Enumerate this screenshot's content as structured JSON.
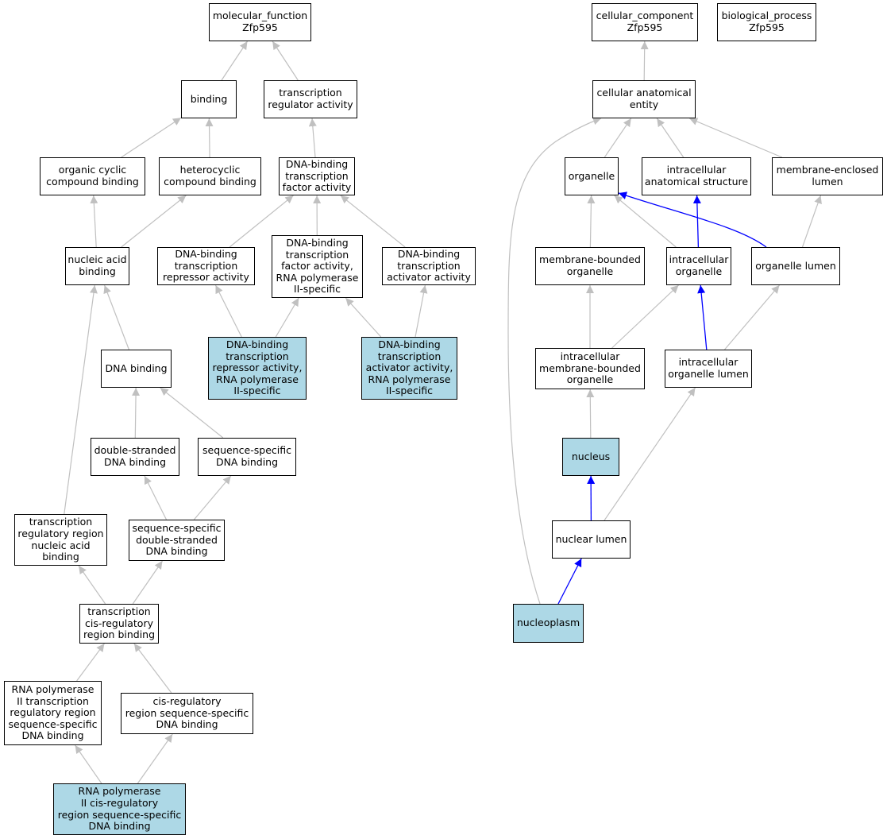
{
  "colors": {
    "node_fill": "#ffffff",
    "highlight_fill": "#add8e6",
    "node_border": "#000000",
    "edge_gray": "#c0c0c0",
    "edge_blue": "#0000ff"
  },
  "nodes": [
    {
      "id": "molecular_function",
      "label": "molecular_function\nZfp595",
      "highlight": false
    },
    {
      "id": "binding",
      "label": "binding",
      "highlight": false
    },
    {
      "id": "transcription_regulator_activity",
      "label": "transcription\nregulator activity",
      "highlight": false
    },
    {
      "id": "organic_cyclic_compound_binding",
      "label": "organic cyclic\ncompound binding",
      "highlight": false
    },
    {
      "id": "heterocyclic_compound_binding",
      "label": "heterocyclic\ncompound binding",
      "highlight": false
    },
    {
      "id": "dna_binding_tf_activity",
      "label": "DNA-binding\ntranscription\nfactor activity",
      "highlight": false
    },
    {
      "id": "nucleic_acid_binding",
      "label": "nucleic acid\nbinding",
      "highlight": false
    },
    {
      "id": "dna_binding_repressor_activity",
      "label": "DNA-binding\ntranscription\nrepressor activity",
      "highlight": false
    },
    {
      "id": "dna_binding_tf_activity_rnap2",
      "label": "DNA-binding\ntranscription\nfactor activity,\nRNA polymerase\nII-specific",
      "highlight": false
    },
    {
      "id": "dna_binding_activator_activity",
      "label": "DNA-binding\ntranscription\nactivator activity",
      "highlight": false
    },
    {
      "id": "dna_binding_repressor_rnap2",
      "label": "DNA-binding\ntranscription\nrepressor activity,\nRNA polymerase\nII-specific",
      "highlight": true
    },
    {
      "id": "dna_binding_activator_rnap2",
      "label": "DNA-binding\ntranscription\nactivator activity,\nRNA polymerase\nII-specific",
      "highlight": true
    },
    {
      "id": "dna_binding",
      "label": "DNA binding",
      "highlight": false
    },
    {
      "id": "double_stranded_dna_binding",
      "label": "double-stranded\nDNA binding",
      "highlight": false
    },
    {
      "id": "sequence_specific_dna_binding",
      "label": "sequence-specific\nDNA binding",
      "highlight": false
    },
    {
      "id": "transcription_regulatory_region_binding",
      "label": "transcription\nregulatory region\nnucleic acid\nbinding",
      "highlight": false
    },
    {
      "id": "seq_specific_ds_dna_binding",
      "label": "sequence-specific\ndouble-stranded\nDNA binding",
      "highlight": false
    },
    {
      "id": "transcription_cis_regulatory_binding",
      "label": "transcription\ncis-regulatory\nregion binding",
      "highlight": false
    },
    {
      "id": "rnap2_transcription_regulatory_binding",
      "label": "RNA polymerase\nII transcription\nregulatory region\nsequence-specific\nDNA binding",
      "highlight": false
    },
    {
      "id": "cis_regulatory_seq_specific_binding",
      "label": "cis-regulatory\nregion sequence-specific\nDNA binding",
      "highlight": false
    },
    {
      "id": "rnap2_cis_regulatory_binding",
      "label": "RNA polymerase\nII cis-regulatory\nregion sequence-specific\nDNA binding",
      "highlight": true
    },
    {
      "id": "cellular_component",
      "label": "cellular_component\nZfp595",
      "highlight": false
    },
    {
      "id": "biological_process",
      "label": "biological_process\nZfp595",
      "highlight": false
    },
    {
      "id": "cellular_anatomical_entity",
      "label": "cellular anatomical\nentity",
      "highlight": false
    },
    {
      "id": "organelle",
      "label": "organelle",
      "highlight": false
    },
    {
      "id": "intracellular_anatomical_structure",
      "label": "intracellular\nanatomical structure",
      "highlight": false
    },
    {
      "id": "membrane_enclosed_lumen",
      "label": "membrane-enclosed\nlumen",
      "highlight": false
    },
    {
      "id": "membrane_bounded_organelle",
      "label": "membrane-bounded\norganelle",
      "highlight": false
    },
    {
      "id": "intracellular_organelle",
      "label": "intracellular\norganelle",
      "highlight": false
    },
    {
      "id": "organelle_lumen",
      "label": "organelle lumen",
      "highlight": false
    },
    {
      "id": "intracellular_membrane_bounded_organelle",
      "label": "intracellular\nmembrane-bounded\norganelle",
      "highlight": false
    },
    {
      "id": "intracellular_organelle_lumen",
      "label": "intracellular\norganelle lumen",
      "highlight": false
    },
    {
      "id": "nucleus",
      "label": "nucleus",
      "highlight": true
    },
    {
      "id": "nuclear_lumen",
      "label": "nuclear lumen",
      "highlight": false
    },
    {
      "id": "nucleoplasm",
      "label": "nucleoplasm",
      "highlight": true
    }
  ],
  "edges": [
    {
      "from": "binding",
      "to": "molecular_function",
      "color": "gray"
    },
    {
      "from": "transcription_regulator_activity",
      "to": "molecular_function",
      "color": "gray"
    },
    {
      "from": "organic_cyclic_compound_binding",
      "to": "binding",
      "color": "gray"
    },
    {
      "from": "heterocyclic_compound_binding",
      "to": "binding",
      "color": "gray"
    },
    {
      "from": "dna_binding_tf_activity",
      "to": "transcription_regulator_activity",
      "color": "gray"
    },
    {
      "from": "nucleic_acid_binding",
      "to": "organic_cyclic_compound_binding",
      "color": "gray"
    },
    {
      "from": "nucleic_acid_binding",
      "to": "heterocyclic_compound_binding",
      "color": "gray"
    },
    {
      "from": "dna_binding_repressor_activity",
      "to": "dna_binding_tf_activity",
      "color": "gray"
    },
    {
      "from": "dna_binding_tf_activity_rnap2",
      "to": "dna_binding_tf_activity",
      "color": "gray"
    },
    {
      "from": "dna_binding_activator_activity",
      "to": "dna_binding_tf_activity",
      "color": "gray"
    },
    {
      "from": "dna_binding_repressor_rnap2",
      "to": "dna_binding_repressor_activity",
      "color": "gray"
    },
    {
      "from": "dna_binding_repressor_rnap2",
      "to": "dna_binding_tf_activity_rnap2",
      "color": "gray"
    },
    {
      "from": "dna_binding_activator_rnap2",
      "to": "dna_binding_tf_activity_rnap2",
      "color": "gray"
    },
    {
      "from": "dna_binding_activator_rnap2",
      "to": "dna_binding_activator_activity",
      "color": "gray"
    },
    {
      "from": "dna_binding",
      "to": "nucleic_acid_binding",
      "color": "gray"
    },
    {
      "from": "transcription_regulatory_region_binding",
      "to": "nucleic_acid_binding",
      "color": "gray"
    },
    {
      "from": "double_stranded_dna_binding",
      "to": "dna_binding",
      "color": "gray"
    },
    {
      "from": "sequence_specific_dna_binding",
      "to": "dna_binding",
      "color": "gray"
    },
    {
      "from": "seq_specific_ds_dna_binding",
      "to": "double_stranded_dna_binding",
      "color": "gray"
    },
    {
      "from": "seq_specific_ds_dna_binding",
      "to": "sequence_specific_dna_binding",
      "color": "gray"
    },
    {
      "from": "transcription_cis_regulatory_binding",
      "to": "transcription_regulatory_region_binding",
      "color": "gray"
    },
    {
      "from": "transcription_cis_regulatory_binding",
      "to": "seq_specific_ds_dna_binding",
      "color": "gray"
    },
    {
      "from": "rnap2_transcription_regulatory_binding",
      "to": "transcription_cis_regulatory_binding",
      "color": "gray"
    },
    {
      "from": "cis_regulatory_seq_specific_binding",
      "to": "transcription_cis_regulatory_binding",
      "color": "gray"
    },
    {
      "from": "rnap2_cis_regulatory_binding",
      "to": "rnap2_transcription_regulatory_binding",
      "color": "gray"
    },
    {
      "from": "rnap2_cis_regulatory_binding",
      "to": "cis_regulatory_seq_specific_binding",
      "color": "gray"
    },
    {
      "from": "cellular_anatomical_entity",
      "to": "cellular_component",
      "color": "gray"
    },
    {
      "from": "organelle",
      "to": "cellular_anatomical_entity",
      "color": "gray"
    },
    {
      "from": "intracellular_anatomical_structure",
      "to": "cellular_anatomical_entity",
      "color": "gray"
    },
    {
      "from": "membrane_enclosed_lumen",
      "to": "cellular_anatomical_entity",
      "color": "gray"
    },
    {
      "from": "nucleoplasm",
      "to": "cellular_anatomical_entity",
      "color": "gray"
    },
    {
      "from": "membrane_bounded_organelle",
      "to": "organelle",
      "color": "gray"
    },
    {
      "from": "intracellular_organelle",
      "to": "organelle",
      "color": "gray"
    },
    {
      "from": "organelle_lumen",
      "to": "organelle",
      "color": "blue"
    },
    {
      "from": "intracellular_organelle",
      "to": "intracellular_anatomical_structure",
      "color": "blue"
    },
    {
      "from": "organelle_lumen",
      "to": "membrane_enclosed_lumen",
      "color": "gray"
    },
    {
      "from": "intracellular_membrane_bounded_organelle",
      "to": "membrane_bounded_organelle",
      "color": "gray"
    },
    {
      "from": "intracellular_membrane_bounded_organelle",
      "to": "intracellular_organelle",
      "color": "gray"
    },
    {
      "from": "intracellular_organelle_lumen",
      "to": "intracellular_organelle",
      "color": "blue"
    },
    {
      "from": "intracellular_organelle_lumen",
      "to": "organelle_lumen",
      "color": "gray"
    },
    {
      "from": "nucleus",
      "to": "intracellular_membrane_bounded_organelle",
      "color": "gray"
    },
    {
      "from": "nuclear_lumen",
      "to": "nucleus",
      "color": "blue"
    },
    {
      "from": "nuclear_lumen",
      "to": "intracellular_organelle_lumen",
      "color": "gray"
    },
    {
      "from": "nucleoplasm",
      "to": "nuclear_lumen",
      "color": "blue"
    }
  ]
}
